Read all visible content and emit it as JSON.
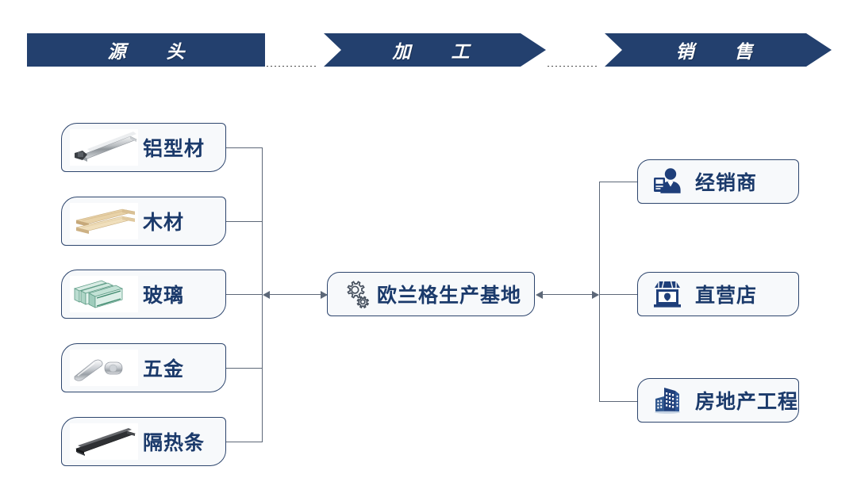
{
  "stages": [
    {
      "id": "source",
      "label": "源　头"
    },
    {
      "id": "process",
      "label": "加　工"
    },
    {
      "id": "sales",
      "label": "销　售"
    }
  ],
  "inputs": [
    {
      "id": "aluminium",
      "label": "铝型材",
      "icon": "aluminium-profile-photo"
    },
    {
      "id": "wood",
      "label": "木材",
      "icon": "wood-plank-photo"
    },
    {
      "id": "glass",
      "label": "玻璃",
      "icon": "glass-panel-photo"
    },
    {
      "id": "hardware",
      "label": "五金",
      "icon": "door-handle-photo"
    },
    {
      "id": "thermal-break",
      "label": "隔热条",
      "icon": "thermal-break-strip-photo"
    }
  ],
  "hub": {
    "label": "欧兰格生产基地",
    "icon": "gears-icon"
  },
  "channels": [
    {
      "id": "dealer",
      "label": "经销商",
      "icon": "businessman-icon"
    },
    {
      "id": "direct-store",
      "label": "直营店",
      "icon": "storefront-icon"
    },
    {
      "id": "real-estate",
      "label": "房地产工程",
      "icon": "buildings-icon"
    }
  ],
  "colors": {
    "banner_navy": "#23406e",
    "card_border": "#2d456d",
    "card_fill": "#f7f9fb",
    "text_navy": "#1b3a6b",
    "connector": "#5d6878",
    "icon_blue": "#1f3f7a"
  }
}
